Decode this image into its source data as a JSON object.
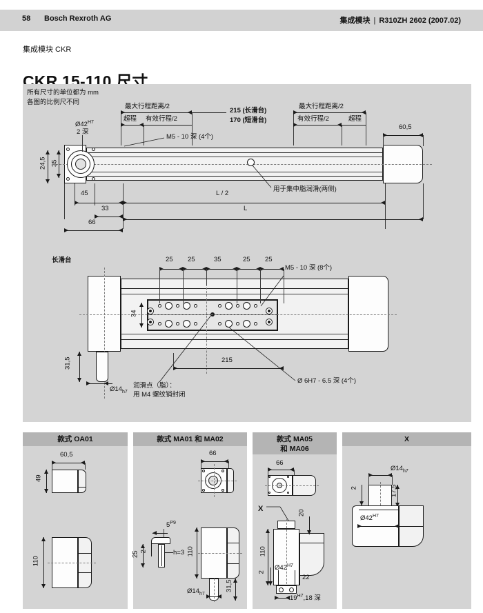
{
  "header": {
    "page_number": "58",
    "company": "Bosch Rexroth AG",
    "category": "集成模块",
    "separator": "|",
    "doc_id": "R310ZH 2602 (2007.02)"
  },
  "kicker": "集成模块 CKR",
  "title": "CKR 15-110 尺寸",
  "notes": {
    "units": "所有尺寸的单位都为 mm",
    "scale": "各图的比例尺不同"
  },
  "colors": {
    "page_bg": "#ffffff",
    "header_band": "#d2d2d2",
    "drawing_bg": "#d4d4d4",
    "panel_caption_bg": "#b4b4b4",
    "ink": "#1a1a1a"
  },
  "main_drawing": {
    "labels": {
      "max_travel_left": "最大行程距离/2",
      "max_travel_right": "最大行程距离/2",
      "overtravel_left": "超程",
      "effective_left": "有效行程/2",
      "effective_right": "有效行程/2",
      "overtravel_right": "超程",
      "len_long": "215 (长滑台)",
      "len_short": "170 (短滑台)",
      "thread_note": "M5 - 10 深 (4个)",
      "grease_note": "用于集中脂润滑(两侧)",
      "flange_dia": "Ø42",
      "flange_dia_tol": "H7",
      "flange_depth": "2 深"
    },
    "dimensions": {
      "d_60_5": "60,5",
      "d_35": "35",
      "d_24_5": "24,5",
      "d_45": "45",
      "d_33": "33",
      "d_66": "66",
      "d_L_half": "L / 2",
      "d_L": "L"
    }
  },
  "carriage_drawing": {
    "title": "长滑台",
    "labels": {
      "thread_note": "M5 - 10 深 (8个)",
      "bore_note": "Ø 6H7 - 6.5 深 (4个)",
      "grease_line1": "润滑点（脂）：",
      "grease_line2": "用 M4 螺纹销封闭"
    },
    "dimensions": {
      "pitches": [
        "25",
        "25",
        "35",
        "25",
        "25"
      ],
      "d_34": "34",
      "d_31_5": "31,5",
      "d_215": "215",
      "shaft_dia": "Ø14",
      "shaft_tol": "h7"
    }
  },
  "panels": [
    {
      "id": "OA01",
      "caption": "款式 OA01",
      "dimensions": {
        "width": "60,5",
        "height_top": "49",
        "height_bottom": "110"
      }
    },
    {
      "id": "MA01_MA02",
      "caption": "款式 MA01 和 MA02",
      "dimensions": {
        "top_width": "66",
        "body_height": "110",
        "shaft_len": "31,5",
        "shaft_dia": "Ø14",
        "shaft_tol": "h7",
        "key_width": "5",
        "key_tol": "P9",
        "key_height": "h=3",
        "d_25": "25",
        "d_2": "2"
      }
    },
    {
      "id": "MA05_MA06",
      "caption_line1": "款式 MA05",
      "caption_line2": "和 MA06",
      "dimensions": {
        "top_width": "66",
        "detail_mark": "X",
        "d_20": "20",
        "d_110": "110",
        "d_2": "2",
        "bore_dia": "Ø42",
        "bore_tol": "H7",
        "d_22": "22",
        "pin_note": "19",
        "pin_tol": "H7",
        "pin_depth": ",18 深"
      }
    },
    {
      "id": "X",
      "caption": "X",
      "dimensions": {
        "shaft_dia": "Ø14",
        "shaft_tol": "h7",
        "d_2": "2",
        "d_17_5": "17,5",
        "bore_dia": "Ø42",
        "bore_tol": "H7"
      }
    }
  ]
}
